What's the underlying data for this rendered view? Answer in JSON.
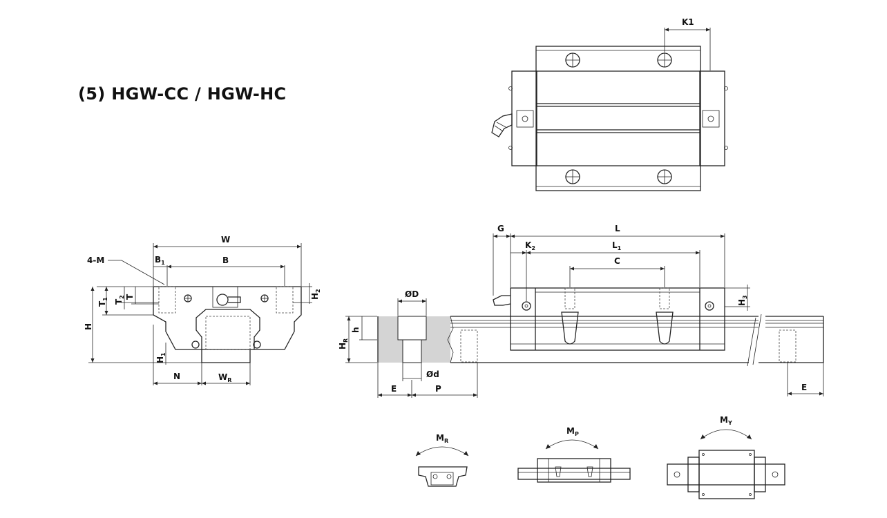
{
  "title": "(5) HGW-CC / HGW-HC",
  "labels": {
    "k1": "K1",
    "w": "W",
    "four_m": "4-M",
    "b1": "B",
    "b1_sub": "1",
    "b": "B",
    "t1": "T",
    "t1_sub": "1",
    "t2": "T",
    "t2_sub": "2",
    "t": "T",
    "h2": "H",
    "h2_sub": "2",
    "h": "H",
    "h1": "H",
    "h1_sub": "1",
    "n": "N",
    "wr": "W",
    "wr_sub": "R",
    "g": "G",
    "l": "L",
    "k2": "K",
    "k2_sub": "2",
    "l1": "L",
    "l1_sub": "1",
    "c": "C",
    "h3": "H",
    "h3_sub": "3",
    "od": "ØD",
    "hr": "H",
    "hr_sub": "R",
    "small_h": "h",
    "d": "Ød",
    "e_left": "E",
    "p": "P",
    "e_right": "E",
    "mr": "M",
    "mr_sub": "R",
    "mp": "M",
    "mp_sub": "P",
    "my": "M",
    "my_sub": "Y"
  }
}
